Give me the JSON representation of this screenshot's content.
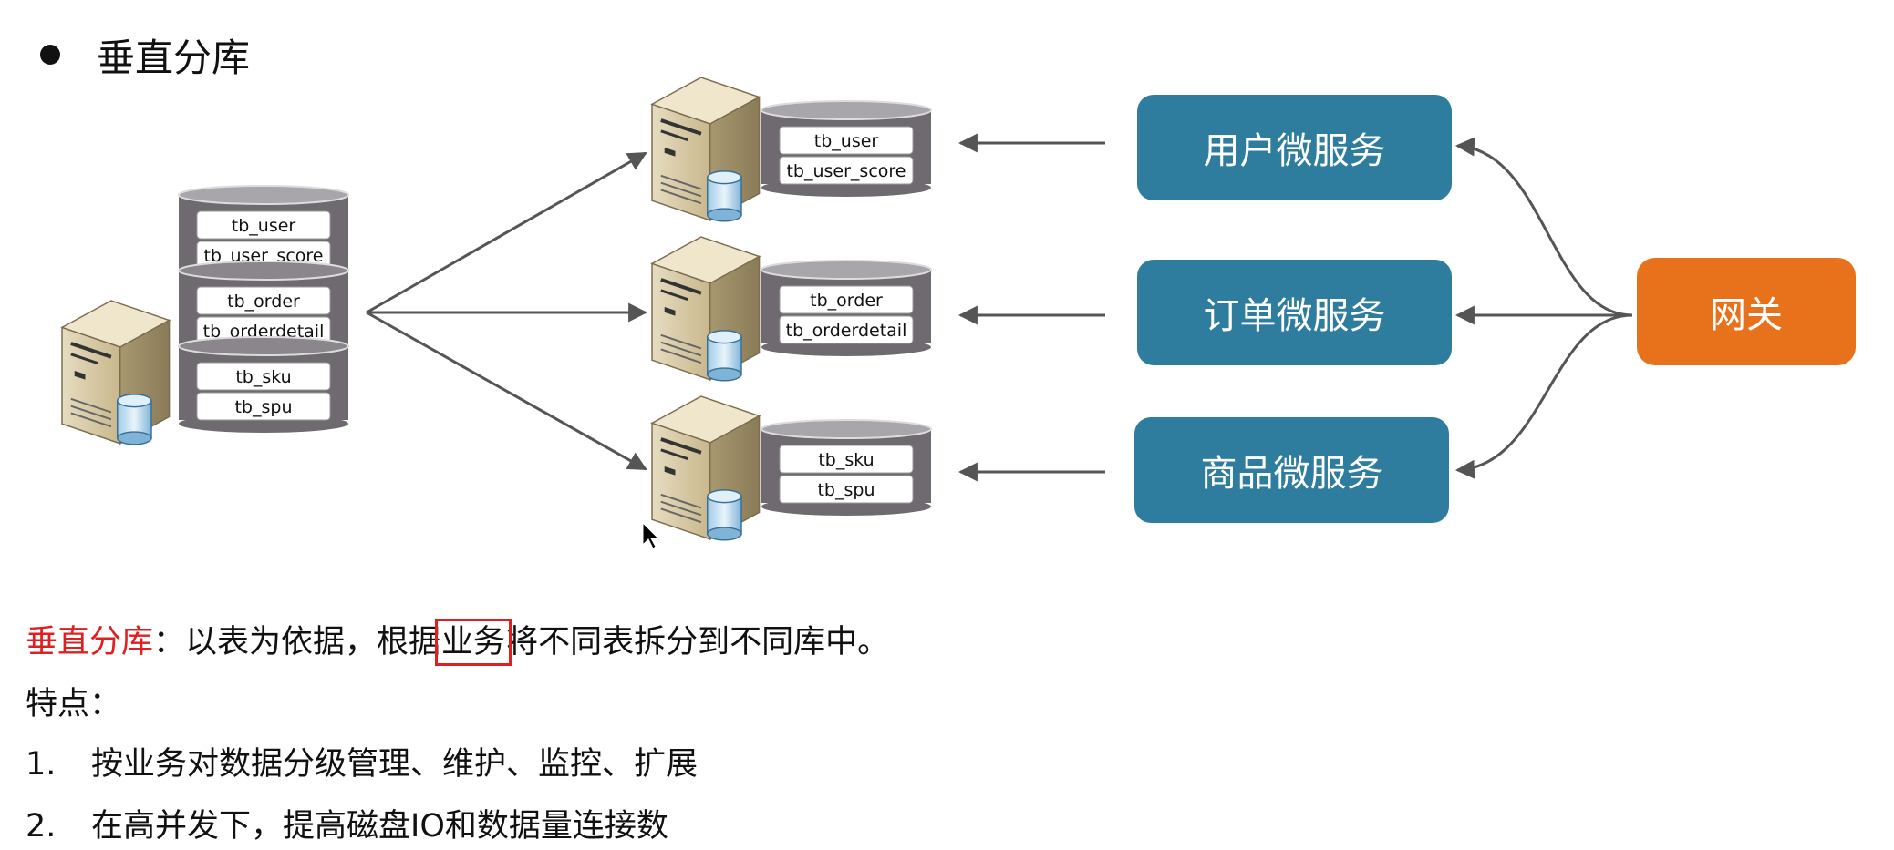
{
  "title": "垂直分库",
  "source_db": {
    "groups": [
      [
        "tb_user",
        "tb_user_score"
      ],
      [
        "tb_order",
        "tb_orderdetail"
      ],
      [
        "tb_sku",
        "tb_spu"
      ]
    ]
  },
  "split_dbs": [
    [
      "tb_user",
      "tb_user_score"
    ],
    [
      "tb_order",
      "tb_orderdetail"
    ],
    [
      "tb_sku",
      "tb_spu"
    ]
  ],
  "services": [
    "用户微服务",
    "订单微服务",
    "商品微服务"
  ],
  "gateway": "网关",
  "description": {
    "label": "垂直分库",
    "colon": "：",
    "before": "以表为依据，根据",
    "highlight": "业务",
    "after": "将不同表拆分到不同库中。"
  },
  "features_title": "特点：",
  "features": [
    {
      "num": "1.",
      "text": "按业务对数据分级管理、维护、监控、扩展"
    },
    {
      "num": "2.",
      "text": "在高并发下，提高磁盘IO和数据量连接数"
    }
  ],
  "colors": {
    "service": "#2f7d9e",
    "gateway": "#e8711c",
    "db_body": "#6e6a6f",
    "highlight": "#e02020",
    "arrow": "#555555"
  }
}
